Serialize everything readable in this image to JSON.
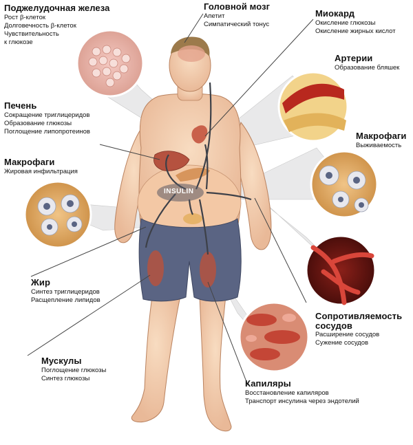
{
  "center_label": "INSULIN",
  "labels": {
    "pancreas": {
      "title": "Поджелудочная железа",
      "lines": [
        "Рост β-клеток",
        "Долговечность β-клеток",
        "Чувствительность",
        "к глюкозе"
      ]
    },
    "brain": {
      "title": "Головной мозг",
      "lines": [
        "Апетит",
        "Симпатический тонус"
      ]
    },
    "myocard": {
      "title": "Миокард",
      "lines": [
        "Окисление глюкозы",
        "Окисление жирных кислот"
      ]
    },
    "arteries": {
      "title": "Артерии",
      "lines": [
        "Образование бляшек"
      ]
    },
    "liver": {
      "title": "Печень",
      "lines": [
        "Сокращение триглицеридов",
        "Образование глюкозы",
        "Поглощение липопротеинов"
      ]
    },
    "macro_right": {
      "title": "Макрофаги",
      "lines": [
        "Выживаемость"
      ]
    },
    "macro_left": {
      "title": "Макрофаги",
      "lines": [
        "Жировая инфильтрация"
      ]
    },
    "fat": {
      "title": "Жир",
      "lines": [
        "Синтез триглицеридов",
        "Расщепление липидов"
      ]
    },
    "vessels": {
      "title": "Сопротивляемость сосудов",
      "title_line2": "сосудов",
      "lines": [
        "Расширение сосудов",
        "Сужение сосудов"
      ]
    },
    "muscles": {
      "title": "Мускулы",
      "lines": [
        "Поглощение глюкозы",
        "Синтез глюкозы"
      ]
    },
    "capillaries": {
      "title": "Капиляры",
      "lines": [
        "Восстановление капиляров",
        "Транспорт инсулина через эндотелий"
      ]
    }
  },
  "colors": {
    "skin": "#f5cfae",
    "shorts": "#5a6483",
    "organ": "#b5523f",
    "artery": "#c23a2e",
    "fat": "#e6b36a"
  }
}
